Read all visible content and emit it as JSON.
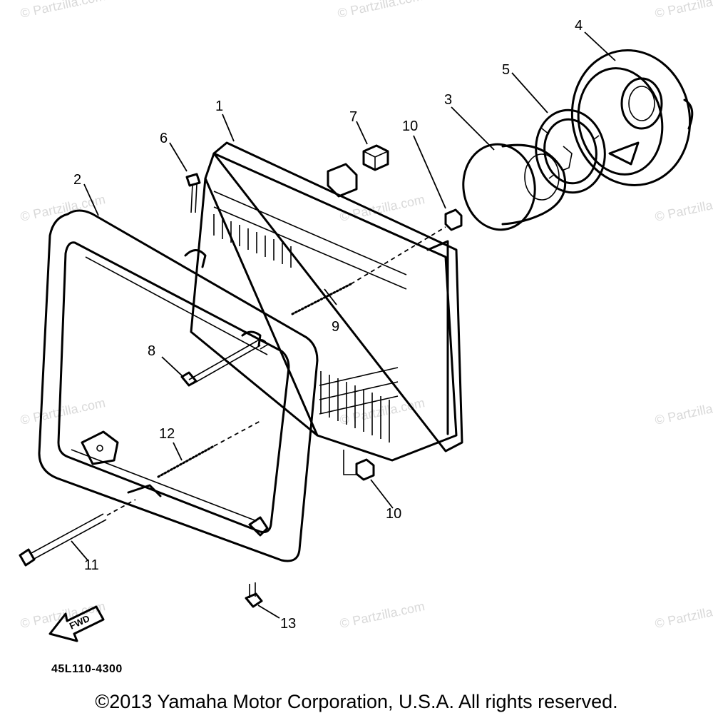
{
  "watermark": "© Partzilla.com",
  "diagram_code": "45L110-4300",
  "fwd_label": "FWD",
  "copyright": "©2013 Yamaha Motor Corporation, U.S.A. All rights reserved.",
  "callouts": {
    "c1": "1",
    "c2": "2",
    "c3": "3",
    "c4": "4",
    "c5": "5",
    "c6": "6",
    "c7": "7",
    "c8": "8",
    "c9": "9",
    "c10a": "10",
    "c10b": "10",
    "c11": "11",
    "c12": "12",
    "c13": "13"
  },
  "colors": {
    "ink": "#000000",
    "watermark": "#d9d9d9",
    "background": "#ffffff"
  }
}
